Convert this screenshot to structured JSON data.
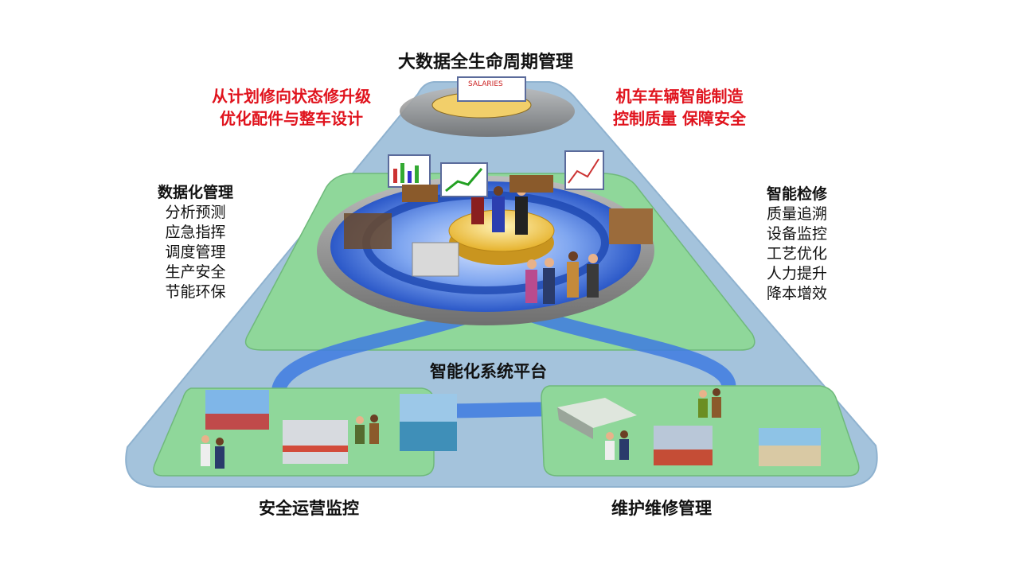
{
  "top_title": "大数据全生命周期管理",
  "left_callout": [
    "从计划修向状态修升级",
    "优化配件与整车设计"
  ],
  "right_callout": [
    "机车车辆智能制造",
    "控制质量 保障安全"
  ],
  "left_panel": {
    "heading": "数据化管理",
    "items": [
      "分析预测",
      "应急指挥",
      "调度管理",
      "生产安全",
      "节能环保"
    ]
  },
  "right_panel": {
    "heading": "智能检修",
    "items": [
      "质量追溯",
      "设备监控",
      "工艺优化",
      "人力提升",
      "降本增效"
    ]
  },
  "center_label": "智能化系统平台",
  "bottom_left_label": "安全运营监控",
  "bottom_right_label": "维护维修管理",
  "chart_board_text": "SALARIES",
  "colors": {
    "pyramid": "#a4c3dc",
    "green_layer": "#8fd79a",
    "ring": "#2f6fd8",
    "gold_platform": "#f0c84a",
    "red_text": "#e0141e"
  }
}
